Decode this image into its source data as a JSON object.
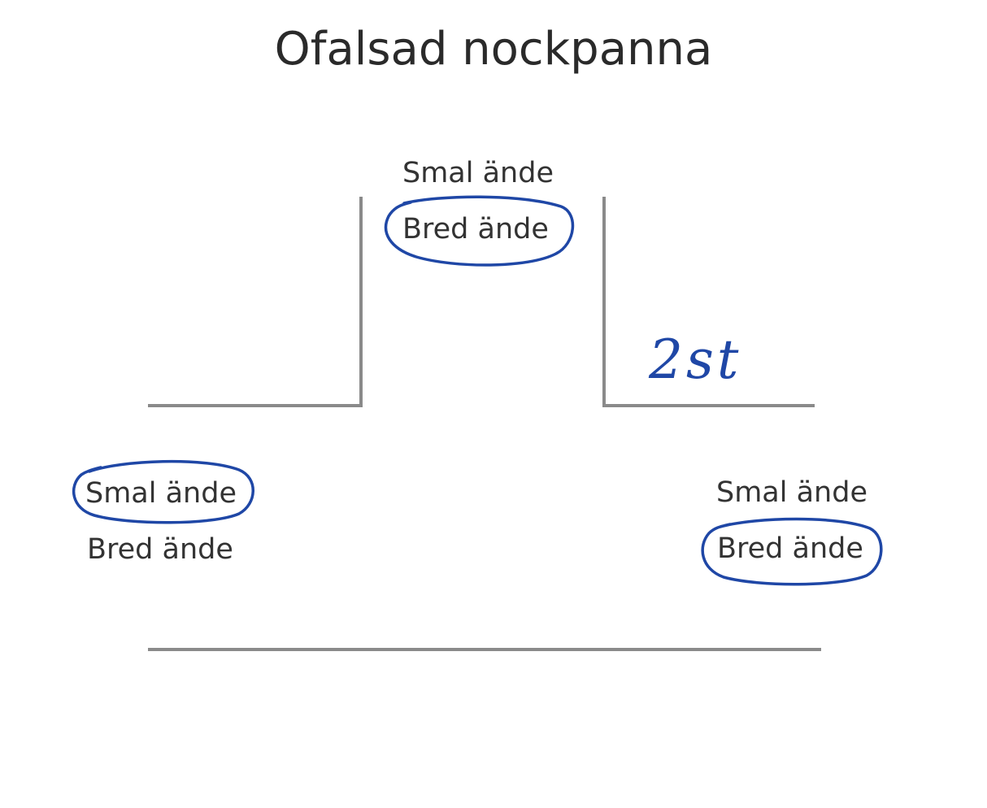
{
  "title": "Ofalsad nockpanna",
  "top_group": {
    "narrow_label": "Smal ände",
    "wide_label": "Bred ände",
    "circled": "wide"
  },
  "left_group": {
    "narrow_label": "Smal ände",
    "wide_label": "Bred ände",
    "circled": "narrow"
  },
  "right_group": {
    "narrow_label": "Smal ände",
    "wide_label": "Bred ände",
    "circled": "wide"
  },
  "quantity_note": "2st",
  "colors": {
    "line": "#8a8a8a",
    "ink": "#1f47a6",
    "text": "#333333"
  }
}
